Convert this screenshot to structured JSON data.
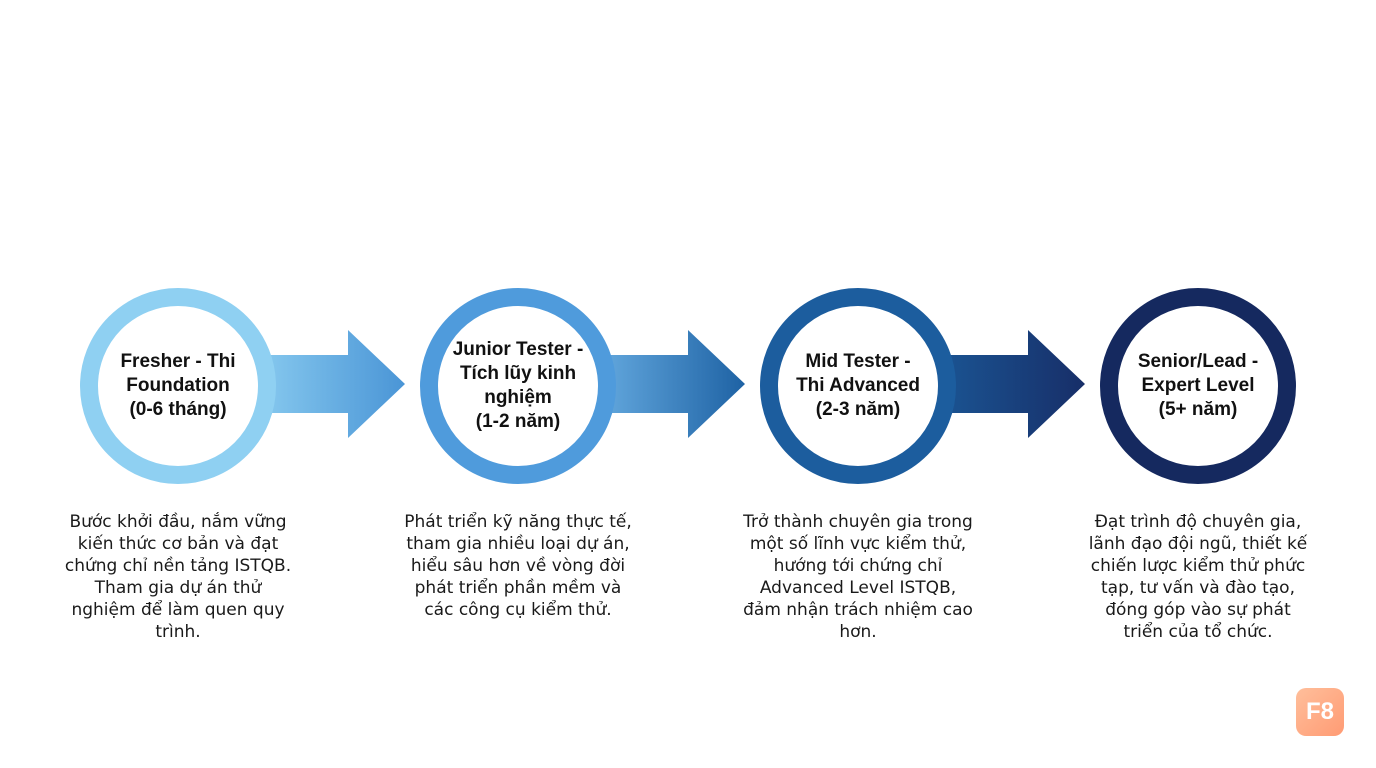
{
  "stages": [
    {
      "title": "Fresher - Thi\nFoundation\n(0-6 tháng)",
      "description": "Bước khởi đầu, nắm vững kiến thức cơ bản và đạt chứng chỉ nền tảng ISTQB. Tham gia dự án thử nghiệm để làm quen quy trình.",
      "color": "#8fd0f2"
    },
    {
      "title": "Junior Tester -\nTích lũy kinh\nnghiệm\n(1-2 năm)",
      "description": "Phát triển kỹ năng thực tế, tham gia nhiều loại dự án, hiểu sâu hơn về vòng đời phát triển phần mềm và các công cụ kiểm thử.",
      "color": "#4f9bdc"
    },
    {
      "title": "Mid Tester -\nThi Advanced\n(2-3 năm)",
      "description": "Trở thành chuyên gia trong một số lĩnh vực kiểm thử, hướng tới chứng chỉ Advanced Level ISTQB, đảm nhận trách nhiệm cao hơn.",
      "color": "#1c5d9e"
    },
    {
      "title": "Senior/Lead -\nExpert Level\n(5+ năm)",
      "description": "Đạt trình độ chuyên gia, lãnh đạo đội ngũ, thiết kế chiến lược kiểm thử phức tạp, tư vấn và đào tạo, đóng góp vào sự phát triển của tổ chức.",
      "color": "#15295f"
    }
  ],
  "arrows": [
    {
      "from_color": "#8fd0f2",
      "to_color": "#4a95d6"
    },
    {
      "from_color": "#6db2e6",
      "to_color": "#1e62a4"
    },
    {
      "from_color": "#1b5a99",
      "to_color": "#172e68"
    }
  ],
  "logo": {
    "text": "F8",
    "color": "#ff9d73"
  }
}
